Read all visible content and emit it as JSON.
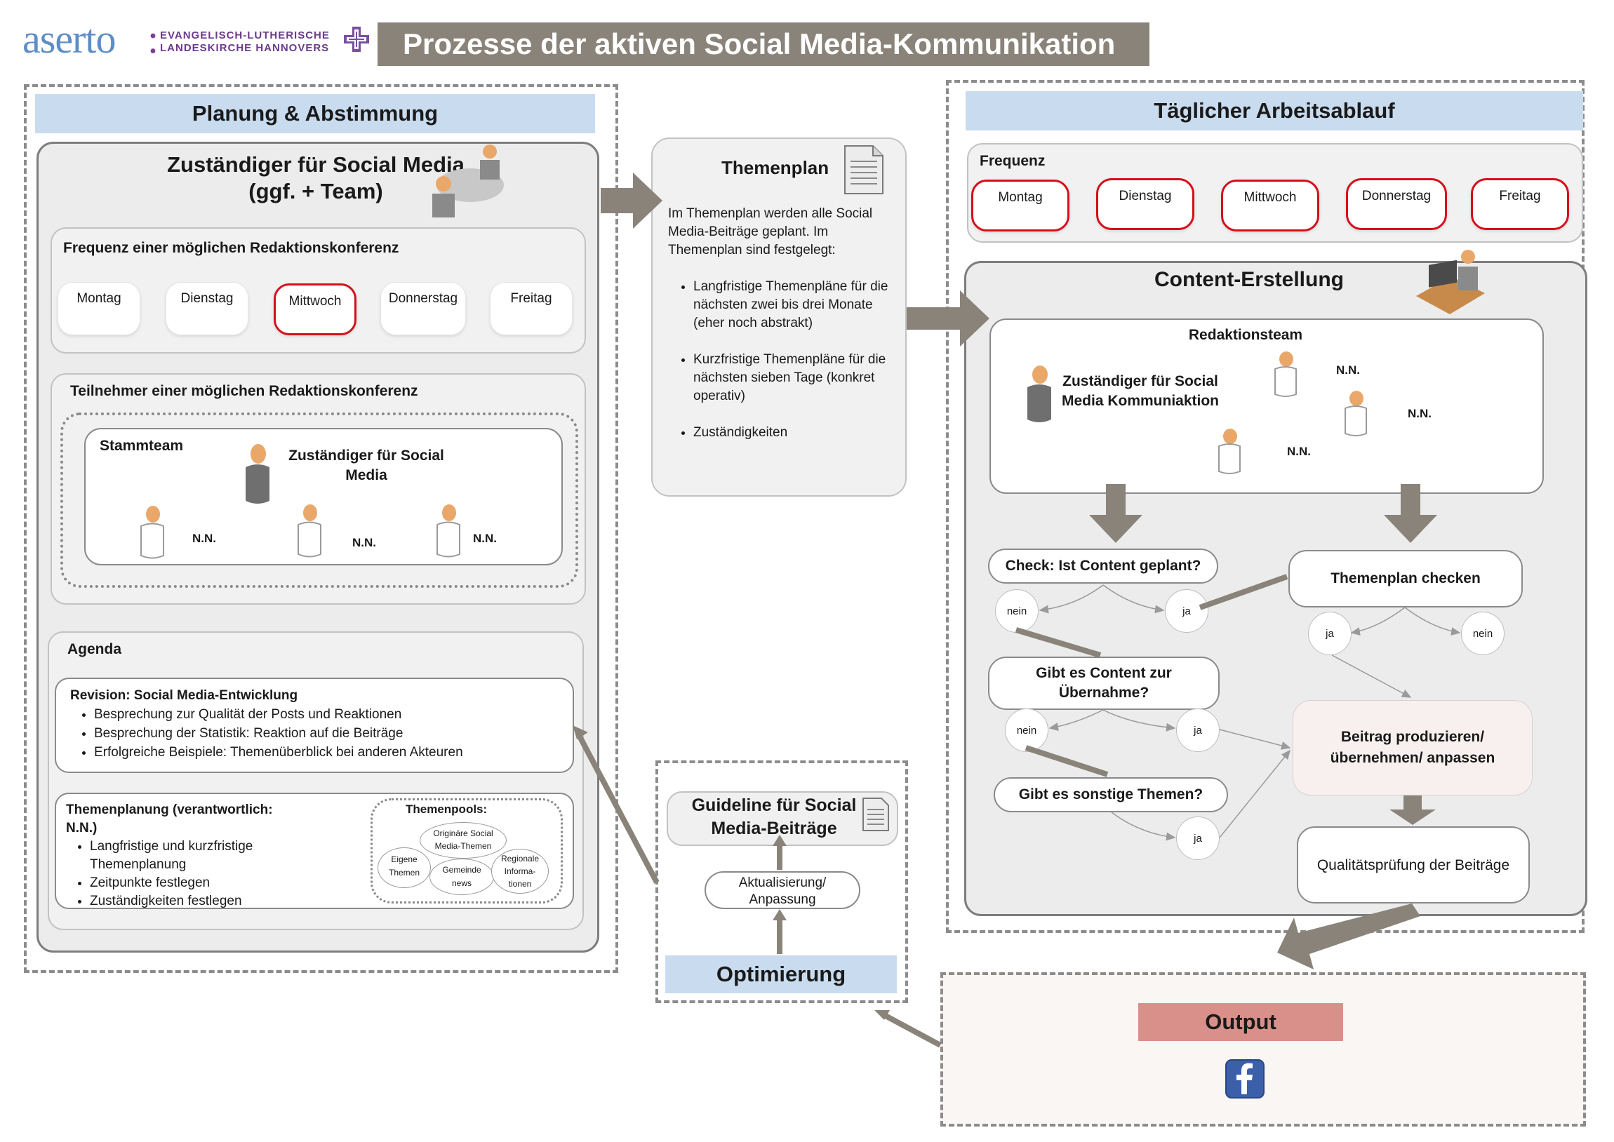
{
  "header": {
    "logo_text": "aserto",
    "logo_colon": ":",
    "church_line1": "EVANGELISCH-LUTHERISCHE",
    "church_line2": "LANDESKIRCHE HANNOVERS",
    "title": "Prozesse der aktiven Social Media-Kommunikation"
  },
  "planung": {
    "title": "Planung & Abstimmung",
    "responsible_line1": "Zuständiger für Social Media",
    "responsible_line2": "(ggf. + Team)",
    "frequenz": {
      "title": "Frequenz einer möglichen Redaktionskonferenz",
      "days": [
        "Montag",
        "Dienstag",
        "Mittwoch",
        "Donnerstag",
        "Freitag"
      ]
    },
    "teilnehmer": {
      "title": "Teilnehmer einer möglichen Redaktionskonferenz",
      "stammteam": "Stammteam",
      "responsible": "Zuständiger für Social Media",
      "nn": [
        "N.N.",
        "N.N.",
        "N.N."
      ]
    },
    "agenda": {
      "title": "Agenda",
      "revision_title": "Revision: Social Media-Entwicklung",
      "revision_items": [
        "Besprechung zur Qualität der Posts und Reaktionen",
        "Besprechung der Statistik: Reaktion auf die Beiträge",
        "Erfolgreiche Beispiele: Themenüberblick bei anderen Akteuren"
      ],
      "themen_title": "Themenplanung (verantwortlich: N.N.)",
      "themen_items": [
        "Langfristige und kurzfristige Themenplanung",
        "Zeitpunkte festlegen",
        "Zuständigkeiten festlegen"
      ],
      "pools_title": "Themenpools:",
      "pools": [
        "Originäre Social Media-Themen",
        "Eigene Themen",
        "Gemeinde news",
        "Regionale Informa-tionen"
      ]
    }
  },
  "themenplan": {
    "title": "Themenplan",
    "intro": "Im Themenplan werden alle Social Media-Beiträge geplant. Im Themenplan sind festgelegt:",
    "items": [
      "Langfristige Themenpläne für die nächsten zwei bis drei Monate (eher noch abstrakt)",
      "Kurzfristige Themenpläne für die nächsten sieben Tage (konkret operativ)",
      "Zuständigkeiten"
    ]
  },
  "optimierung": {
    "guideline": "Guideline für Social Media-Beiträge",
    "update": "Aktualisierung/ Anpassung",
    "title": "Optimierung"
  },
  "taeglich": {
    "title": "Täglicher Arbeitsablauf",
    "frequenz_title": "Frequenz",
    "days": [
      "Montag",
      "Dienstag",
      "Mittwoch",
      "Donnerstag",
      "Freitag"
    ],
    "content_title": "Content-Erstellung",
    "redaktionsteam": "Redaktionsteam",
    "responsible": "Zuständiger für Social Media Kommuniaktion",
    "nn": [
      "N.N.",
      "N.N.",
      "N.N."
    ],
    "check": "Check: Ist Content geplant?",
    "themenplan_check": "Themenplan checken",
    "uebernahme": "Gibt es Content zur Übernahme?",
    "sonstige": "Gibt es sonstige Themen?",
    "beitrag": "Beitrag produzieren/ übernehmen/ anpassen",
    "qualitaet": "Qualitätsprüfung der Beiträge",
    "nein": "nein",
    "ja": "ja"
  },
  "output": {
    "title": "Output",
    "icon": "facebook-icon"
  }
}
